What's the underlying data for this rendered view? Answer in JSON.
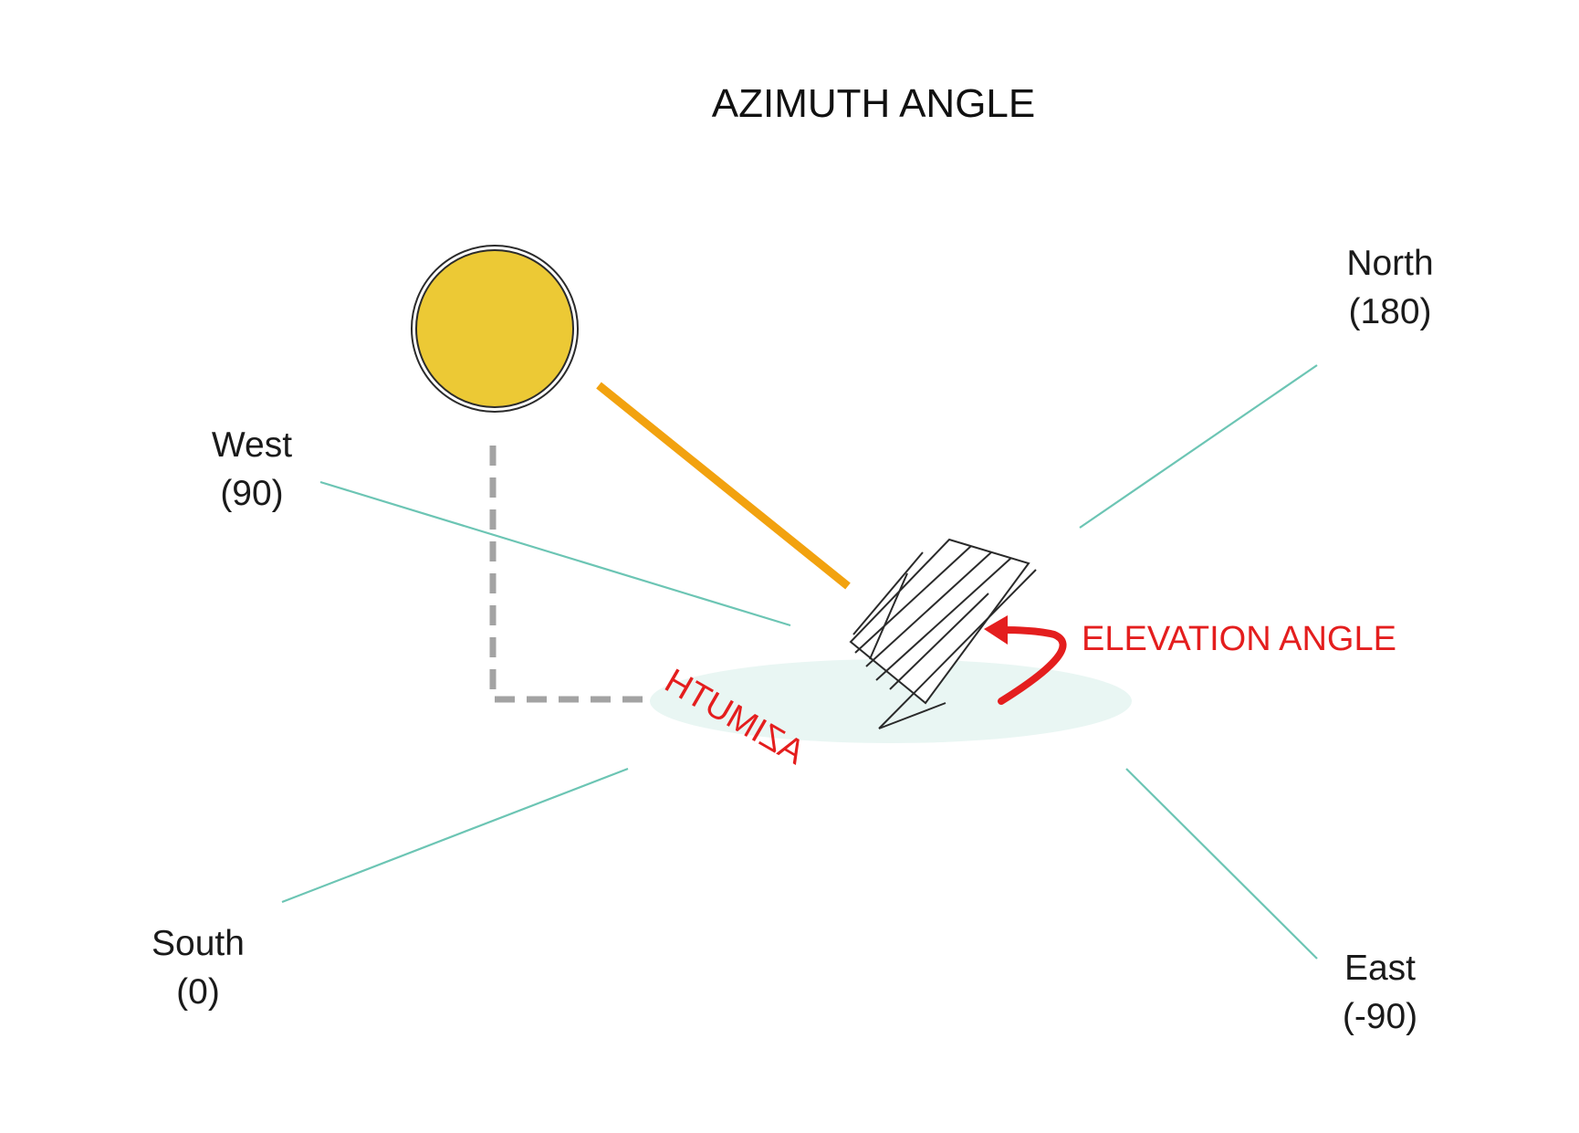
{
  "title": "AZIMUTH ANGLE",
  "directions": {
    "north": {
      "name": "North",
      "value": "(180)"
    },
    "west": {
      "name": "West",
      "value": "(90)"
    },
    "south": {
      "name": "South",
      "value": "(0)"
    },
    "east": {
      "name": "East",
      "value": "(-90)"
    }
  },
  "labels": {
    "elevation": "ELEVATION ANGLE",
    "azimuth": "AZIMUTH"
  },
  "colors": {
    "sun_fill": "#ecc935",
    "sun_ray": "#f2a20f",
    "compass_line": "#6cc5b4",
    "ground": "#e9f6f3",
    "accent_red": "#e41e1e",
    "dashed": "#a3a3a3"
  }
}
